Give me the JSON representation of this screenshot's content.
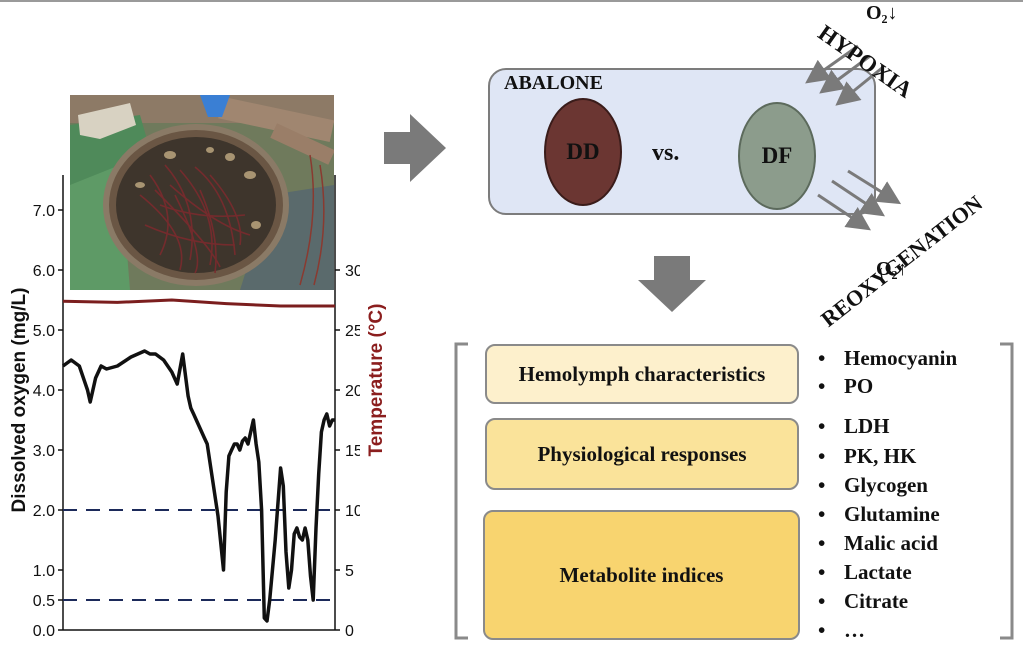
{
  "chart_data": {
    "type": "line",
    "title": "",
    "xlabel": "",
    "ylabel": "Dissolved oxygen (mg/L)",
    "ylabel_right": "Temperature (°C)",
    "ylim": [
      0,
      7.7
    ],
    "ylim_right": [
      0,
      38.5
    ],
    "y_ticks": [
      "0.0",
      "0.5",
      "1.0",
      "2.0",
      "3.0",
      "4.0",
      "5.0",
      "6.0",
      "7.0"
    ],
    "y_tick_values": [
      0.0,
      0.5,
      1.0,
      2.0,
      3.0,
      4.0,
      5.0,
      6.0,
      7.0
    ],
    "y_right_ticks": [
      "0",
      "5",
      "10",
      "15",
      "20",
      "25",
      "30"
    ],
    "y_right_tick_values": [
      0,
      5,
      10,
      15,
      20,
      25,
      30
    ],
    "reference_lines": [
      2.0,
      0.5
    ],
    "series": [
      {
        "axis": "left",
        "color": "#111111",
        "x": [
          0,
          3,
          6,
          9,
          10,
          12,
          14,
          16,
          20,
          25,
          30,
          32,
          34,
          37,
          40,
          42,
          44,
          46,
          47,
          48,
          49,
          50,
          51,
          52,
          53,
          55,
          57,
          59,
          60,
          61,
          62,
          63,
          64,
          65,
          66,
          67,
          68,
          69,
          70,
          71,
          72,
          73,
          74,
          75,
          76,
          78,
          80,
          81,
          82,
          83,
          84,
          85,
          86,
          87,
          88,
          89,
          90,
          91,
          92,
          93,
          94,
          95,
          96,
          97,
          98,
          99,
          100
        ],
        "y": [
          4.4,
          4.5,
          4.4,
          4.0,
          3.8,
          4.2,
          4.4,
          4.35,
          4.4,
          4.55,
          4.65,
          4.6,
          4.6,
          4.5,
          4.3,
          4.1,
          4.6,
          3.9,
          3.7,
          3.6,
          3.5,
          3.4,
          3.3,
          3.2,
          3.1,
          2.5,
          1.9,
          1.0,
          2.3,
          2.9,
          3.0,
          3.1,
          3.1,
          3.0,
          3.15,
          3.2,
          3.1,
          3.3,
          3.5,
          3.1,
          2.8,
          2.0,
          0.2,
          0.15,
          0.5,
          1.5,
          2.7,
          2.4,
          1.3,
          0.7,
          1.0,
          1.6,
          1.7,
          1.55,
          1.5,
          1.7,
          1.5,
          0.9,
          0.5,
          1.7,
          2.6,
          3.3,
          3.5,
          3.6,
          3.4,
          3.5,
          3.5
        ]
      },
      {
        "axis": "right",
        "color": "#7b1e1e",
        "x": [
          0,
          20,
          40,
          60,
          80,
          100
        ],
        "y": [
          27.4,
          27.3,
          27.5,
          27.2,
          27.0,
          27.0
        ]
      }
    ]
  },
  "diagram": {
    "abalone_label": "ABALONE",
    "dd_label": "DD",
    "vs_label": "vs.",
    "df_label": "DF",
    "hypoxia_label": "HYPOXIA",
    "o2_down": "O₂↓",
    "reoxygenation_label": "REOXYGENATION",
    "o2_up": "O₂↑",
    "boxes": [
      "Hemolymph characteristics",
      "Physiological responses",
      "Metabolite indices"
    ],
    "bullets": [
      "Hemocyanin",
      "PO",
      "LDH",
      "PK, HK",
      "Glycogen",
      "Glutamine",
      "Malic acid",
      "Lactate",
      "Citrate",
      "…"
    ],
    "bullet_symbol": "•"
  },
  "colors": {
    "do_line": "#111111",
    "temp_line": "#7b1e1e",
    "reference_line": "#1c2a5a",
    "dd_fill": "#6b3632",
    "df_fill": "#8c9c8c",
    "abalone_fill": "#dfe6f5",
    "hemo_fill": "#fdf0cc",
    "phys_fill": "#fae39a",
    "meta_fill": "#f8d46f",
    "arrow_gray": "#7a7a7a"
  }
}
